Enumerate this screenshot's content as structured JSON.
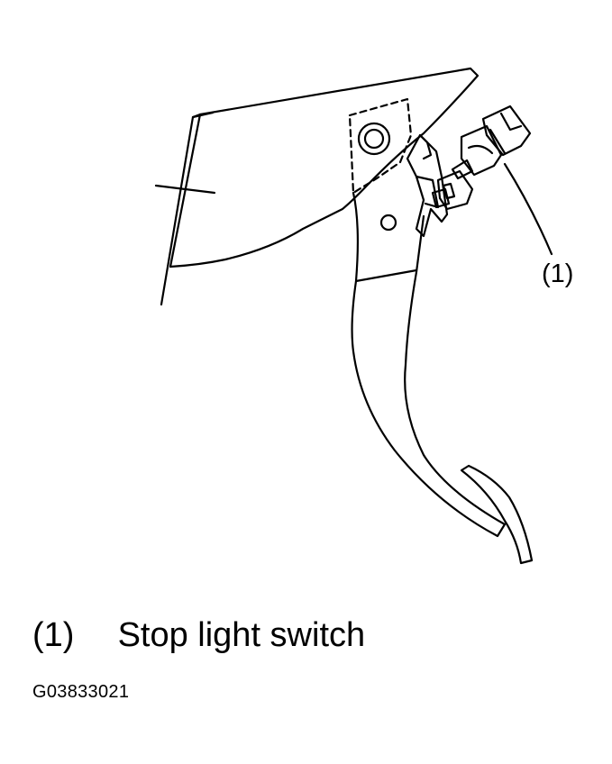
{
  "diagram": {
    "callout_label": "(1)"
  },
  "legend": {
    "items": [
      {
        "number": "(1)",
        "text": "Stop light switch"
      }
    ]
  },
  "figure_code": "G03833021",
  "colors": {
    "line": "#000000",
    "background": "#ffffff"
  }
}
